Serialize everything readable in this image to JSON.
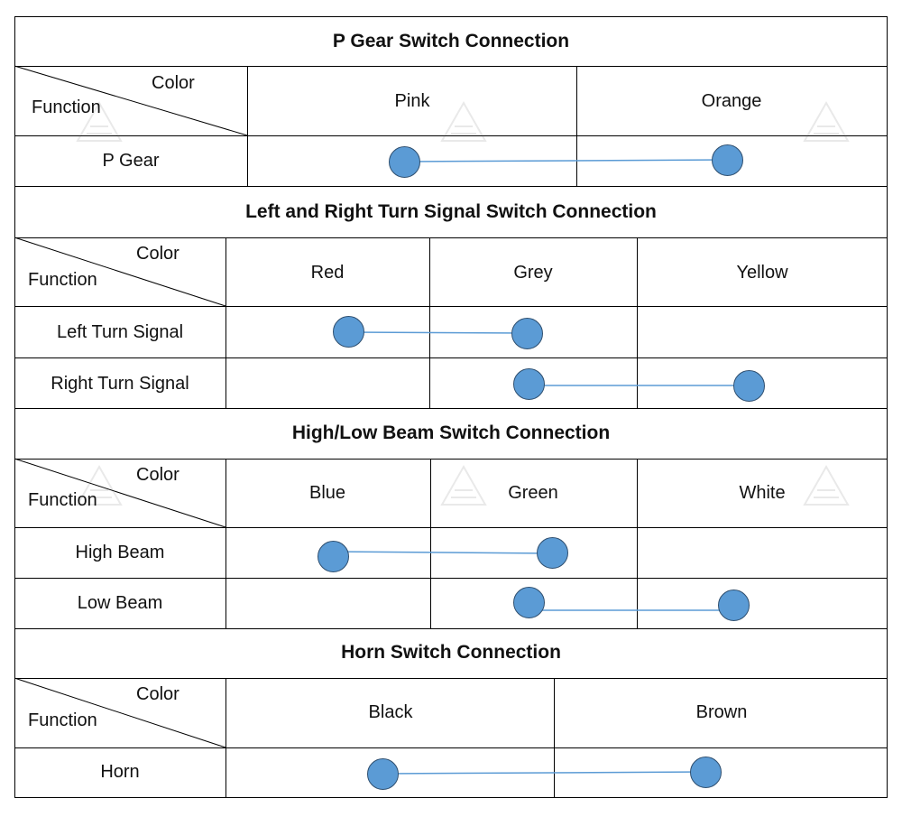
{
  "corner_header": {
    "color_label": "Color",
    "function_label": "Function"
  },
  "sections": [
    {
      "title": "P Gear Switch Connection",
      "colors": [
        "Pink",
        "Orange"
      ],
      "rows": [
        {
          "function": "P Gear",
          "connects": [
            "Pink",
            "Orange"
          ]
        }
      ]
    },
    {
      "title": "Left and Right Turn Signal Switch Connection",
      "colors": [
        "Red",
        "Grey",
        "Yellow"
      ],
      "rows": [
        {
          "function": "Left Turn Signal",
          "connects": [
            "Red",
            "Grey"
          ]
        },
        {
          "function": "Right Turn Signal",
          "connects": [
            "Grey",
            "Yellow"
          ]
        }
      ]
    },
    {
      "title": "High/Low Beam Switch Connection",
      "colors": [
        "Blue",
        "Green",
        "White"
      ],
      "rows": [
        {
          "function": "High Beam",
          "connects": [
            "Blue",
            "Green"
          ]
        },
        {
          "function": "Low Beam",
          "connects": [
            "Green",
            "White"
          ]
        }
      ]
    },
    {
      "title": "Horn Switch Connection",
      "colors": [
        "Black",
        "Brown"
      ],
      "rows": [
        {
          "function": "Horn",
          "connects": [
            "Black",
            "Brown"
          ]
        }
      ]
    }
  ],
  "colors": {
    "dot_fill": "#5b9bd5",
    "wire": "#5b9bd5",
    "grid": "#000000"
  }
}
